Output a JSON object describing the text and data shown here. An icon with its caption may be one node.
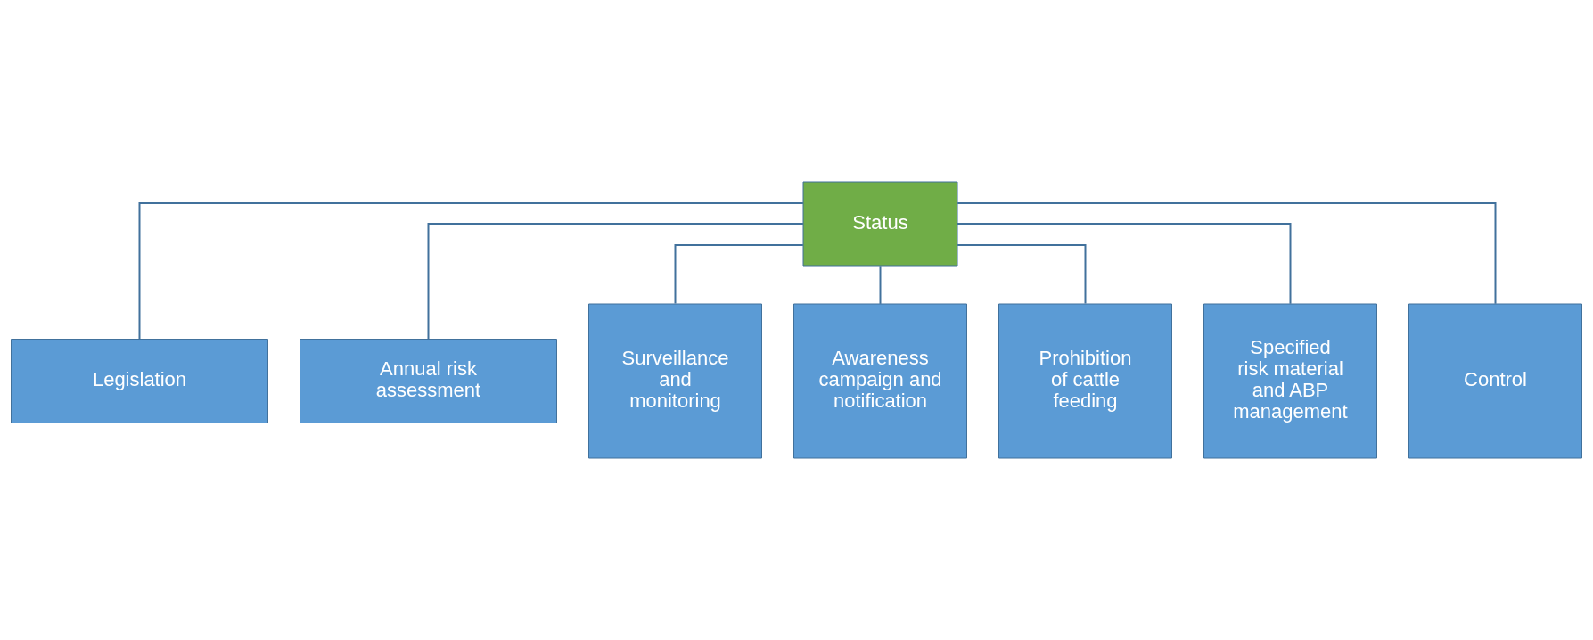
{
  "diagram": {
    "nodes": [
      {
        "text": [
          "Status"
        ]
      },
      {
        "text": [
          "Legislation"
        ]
      },
      {
        "text": [
          "Annual risk assessment"
        ]
      },
      {
        "text": [
          "Surveillance and monitoring"
        ]
      },
      {
        "text": [
          "Awareness campaign and notification"
        ]
      },
      {
        "text": [
          "Prohibition of cattle feeding"
        ]
      },
      {
        "text": [
          "Specified risk material and ABP management"
        ]
      },
      {
        "text": [
          "Control"
        ]
      }
    ],
    "edges": [
      {
        "from": 0,
        "to": 1,
        "arrow": "none"
      },
      {
        "from": 0,
        "to": 2,
        "arrow": "none"
      },
      {
        "from": 0,
        "to": 3,
        "arrow": "none"
      },
      {
        "from": 0,
        "to": 4,
        "arrow": "none"
      },
      {
        "from": 0,
        "to": 5,
        "arrow": "none"
      },
      {
        "from": 0,
        "to": 6,
        "arrow": "none"
      },
      {
        "from": 0,
        "to": 7,
        "arrow": "none"
      }
    ]
  }
}
